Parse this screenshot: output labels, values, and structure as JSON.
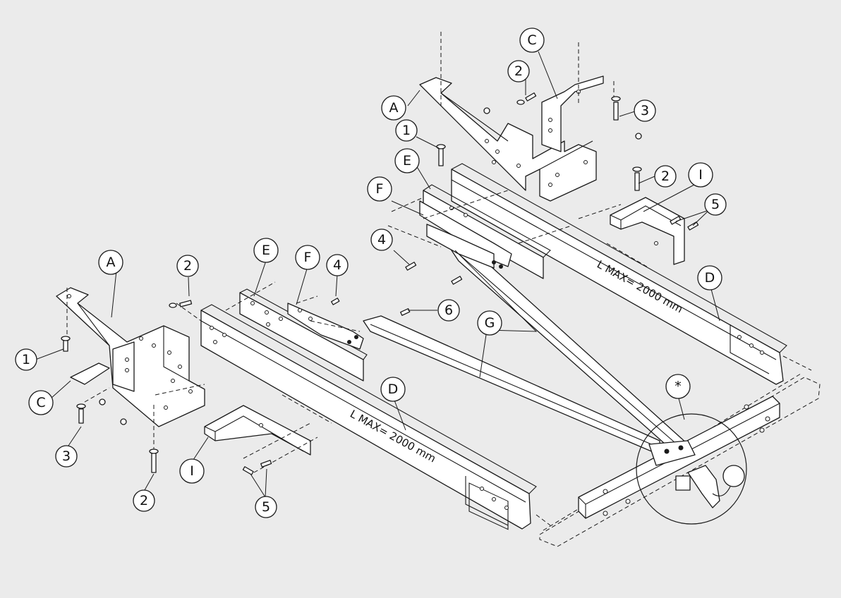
{
  "labels": {
    "A": "A",
    "C": "C",
    "D": "D",
    "E": "E",
    "F": "F",
    "G": "G",
    "I": "I",
    "one": "1",
    "two": "2",
    "three": "3",
    "four": "4",
    "five": "5",
    "six": "6",
    "star": "*"
  },
  "dimensions": {
    "length_left": "L  MAX= 2000 mm",
    "length_right": "L  MAX= 2000 mm"
  }
}
